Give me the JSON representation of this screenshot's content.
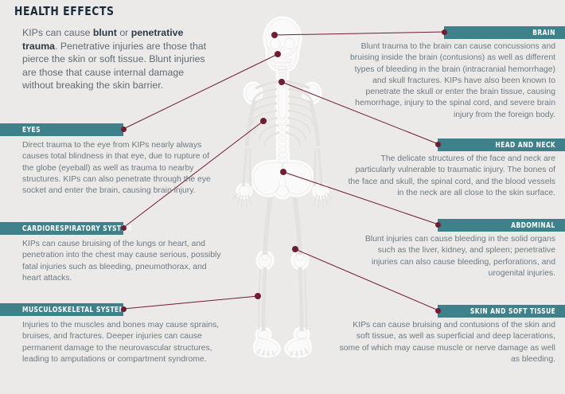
{
  "title": "HEALTH EFFECTS",
  "intro": {
    "part1": "KIPs can cause ",
    "bold1": "blunt",
    "part2": " or ",
    "bold2": "penetrative trauma",
    "part3": ". Penetrative injuries are those that pierce the skin or soft tissue. Blunt injuries are those that cause internal damage without breaking the skin barrier."
  },
  "colors": {
    "background": "#eceae8",
    "bar": "#3f818a",
    "bar_label": "#ffffff",
    "title": "#1b2a38",
    "body_text": "#6c7a80",
    "connector": "#6e1d33",
    "dot": "#6e1d33",
    "skeleton": "#fbfafa"
  },
  "sections": [
    {
      "id": "eyes",
      "side": "left",
      "label": "EYES",
      "text": "Direct trauma to the eye from KIPs nearly always causes total blindness in that eye, due to rupture of the globe (eyeball) as well as trauma to nearby structures. KIPs can also penetrate through the eye socket and enter the brain, causing brain injury."
    },
    {
      "id": "cardiorespiratory-system",
      "side": "left",
      "label": "CARDIORESPIRATORY SYSTEM",
      "text": "KIPs can cause bruising of the lungs or heart, and penetration into the chest may cause serious, possibly fatal injuries such as bleeding, pneumothorax, and heart attacks."
    },
    {
      "id": "musculoskeletal-system",
      "side": "left",
      "label": "MUSCULOSKELETAL SYSTEM",
      "text": "Injuries to the muscles and bones may cause sprains, bruises, and fractures. Deeper injuries can cause permanent damage to the neurovascular structures, leading to amputations or compartment syndrome."
    },
    {
      "id": "brain",
      "side": "right",
      "label": "BRAIN",
      "text": "Blunt trauma to the brain can cause concussions and bruising inside the brain (contusions) as well as different types of bleeding in the brain (intracranial hemorrhage) and skull fractures. KIPs have also been known to penetrate the skull or enter the brain tissue, causing hemorrhage, injury to the spinal cord, and severe brain injury from the foreign body."
    },
    {
      "id": "head-and-neck",
      "side": "right",
      "label": "HEAD AND NECK",
      "text": "The delicate structures of the face and neck are particularly vulnerable to traumatic injury. The bones of the face and skull, the spinal cord, and the blood vessels in the neck are all close to the skin surface."
    },
    {
      "id": "abdominal",
      "side": "right",
      "label": "ABDOMINAL",
      "text": "Blunt injuries can cause bleeding in the solid organs such as the liver, kidney, and spleen; penetrative injuries can also cause bleeding, perforations, and urogenital injuries."
    },
    {
      "id": "skin-and-soft-tissue",
      "side": "right",
      "label": "SKIN AND SOFT TISSUE",
      "text": "KIPs can cause bruising and contusions of the skin and soft tissue, as well as superficial and deep lacerations, some of which may cause muscle or nerve damage as well as bleeding."
    }
  ],
  "figure": {
    "name": "human-skeleton-diagram",
    "description": "Anterior view of a full human skeleton rendered as a pale white line illustration in the centre of the graphic."
  }
}
